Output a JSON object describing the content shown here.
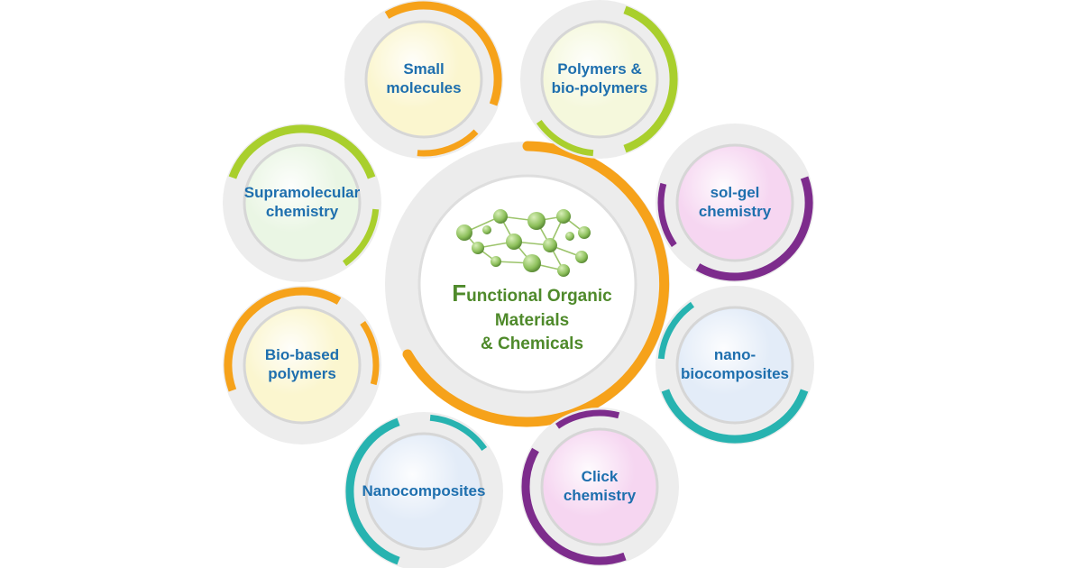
{
  "center": {
    "title_first_letter": "F",
    "title_rest": "unctional Organic",
    "line2": "Materials",
    "line3": "& Chemicals"
  },
  "nodes": [
    {
      "lines": [
        "Small",
        "molecules"
      ],
      "ring_color": "#f6a21a",
      "fill": "#fbf6cf"
    },
    {
      "lines": [
        "Polymers &",
        "bio-polymers"
      ],
      "ring_color": "#a9cf2d",
      "fill": "#f5f8dc"
    },
    {
      "lines": [
        "sol-gel",
        "chemistry"
      ],
      "ring_color": "#7d2c8c",
      "fill": "#f6d6f1"
    },
    {
      "lines": [
        "nano-",
        "biocomposites"
      ],
      "ring_color": "#27b3b0",
      "fill": "#e3ecf8"
    },
    {
      "lines": [
        "Click",
        "chemistry"
      ],
      "ring_color": "#7d2c8c",
      "fill": "#f6d6f1"
    },
    {
      "lines": [
        "Nanocomposites"
      ],
      "ring_color": "#27b3b0",
      "fill": "#e3ecf8"
    },
    {
      "lines": [
        "Bio-based",
        "polymers"
      ],
      "ring_color": "#f6a21a",
      "fill": "#fbf6cf"
    },
    {
      "lines": [
        "Supramolecular",
        "chemistry"
      ],
      "ring_color": "#a9cf2d",
      "fill": "#eaf6e4"
    }
  ],
  "colors": {
    "node_text": "#1e6fae",
    "center_text": "#4f8a2b",
    "center_ring": "#f6a21a",
    "molecule": "#8cbf5a"
  }
}
